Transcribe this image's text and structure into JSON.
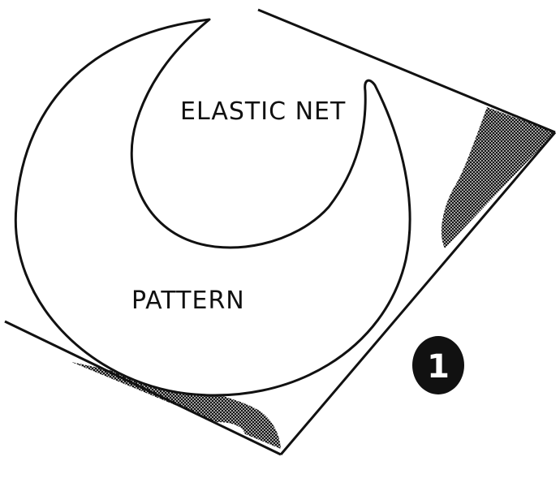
{
  "diagram": {
    "labels": {
      "elastic_net": "ELASTIC NET",
      "pattern": "PATTERN"
    },
    "step_marker": {
      "number": "1"
    },
    "colors": {
      "ink": "#111111",
      "paper": "#ffffff"
    }
  }
}
